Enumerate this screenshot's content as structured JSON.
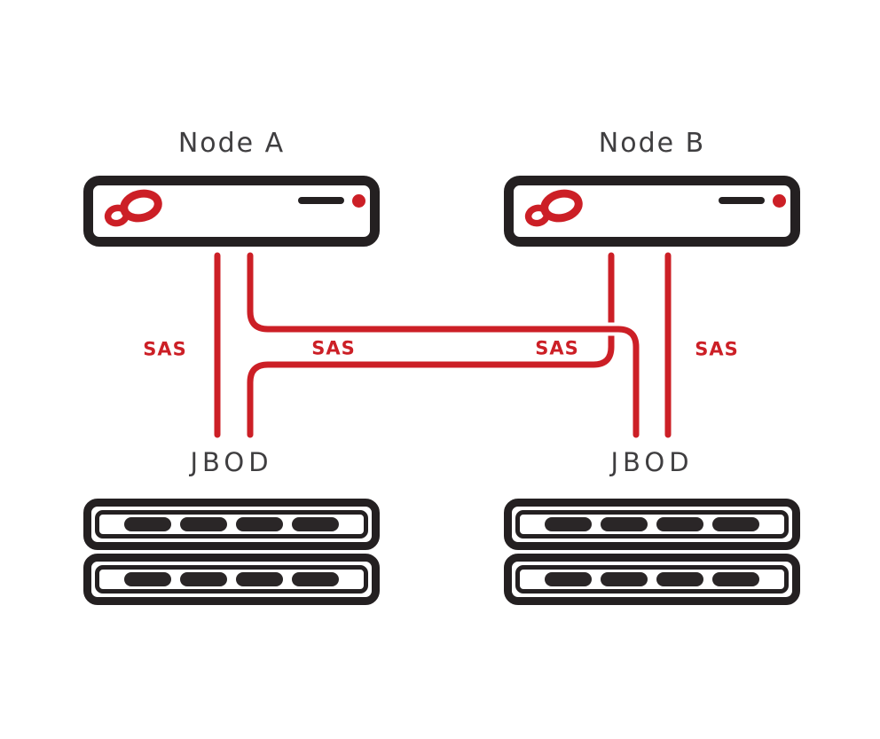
{
  "colors": {
    "red": "#cc1f26",
    "dark": "#242021",
    "pill": "#2a2627",
    "label_gray": "#3f3e40",
    "bg": "#ffffff"
  },
  "nodes": [
    {
      "label": "Node A"
    },
    {
      "label": "Node B"
    }
  ],
  "jbods": [
    {
      "label": "JBOD",
      "shelves": 2,
      "bays_per_shelf": 4
    },
    {
      "label": "JBOD",
      "shelves": 2,
      "bays_per_shelf": 4
    }
  ],
  "sas_labels": [
    "SAS",
    "SAS",
    "SAS",
    "SAS"
  ],
  "connections": [
    {
      "from": "Node A",
      "to": "JBOD A",
      "type": "SAS"
    },
    {
      "from": "Node A",
      "to": "JBOD B",
      "type": "SAS"
    },
    {
      "from": "Node B",
      "to": "JBOD A",
      "type": "SAS"
    },
    {
      "from": "Node B",
      "to": "JBOD B",
      "type": "SAS"
    }
  ],
  "icons": {
    "node_logo": "infinity-loop",
    "power_led": "red-dot"
  }
}
